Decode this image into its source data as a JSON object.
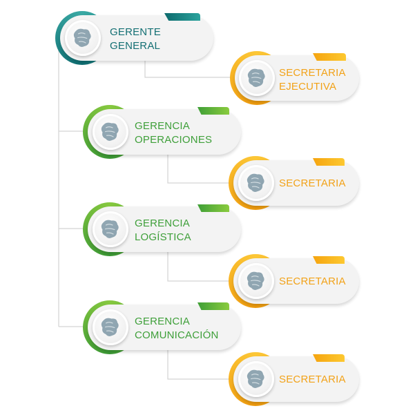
{
  "nodes": [
    {
      "id": "gerente",
      "variant": "teal",
      "label": "GERENTE\nGENERAL",
      "icon": "emblem-icon"
    },
    {
      "id": "secretaria-ejecutiva",
      "variant": "orange",
      "label": "SECRETARIA\nEJECUTIVA",
      "icon": "emblem-icon"
    },
    {
      "id": "gerencia-operaciones",
      "variant": "green",
      "label": "GERENCIA\nOPERACIONES",
      "icon": "emblem-icon"
    },
    {
      "id": "secretaria-1",
      "variant": "orange",
      "label": "SECRETARIA",
      "icon": "emblem-icon"
    },
    {
      "id": "gerencia-logistica",
      "variant": "green",
      "label": "GERENCIA\nLOGÍSTICA",
      "icon": "emblem-icon"
    },
    {
      "id": "secretaria-2",
      "variant": "orange",
      "label": "SECRETARIA",
      "icon": "emblem-icon"
    },
    {
      "id": "gerencia-comunicacion",
      "variant": "green",
      "label": "GERENCIA\nCOMUNICACIÓN",
      "icon": "emblem-icon"
    },
    {
      "id": "secretaria-3",
      "variant": "orange",
      "label": "SECRETARIA",
      "icon": "emblem-icon"
    }
  ],
  "colors": {
    "teal": "#136f73",
    "green": "#3e9f39",
    "orange": "#f2a218",
    "connector": "#cfcfcf"
  }
}
